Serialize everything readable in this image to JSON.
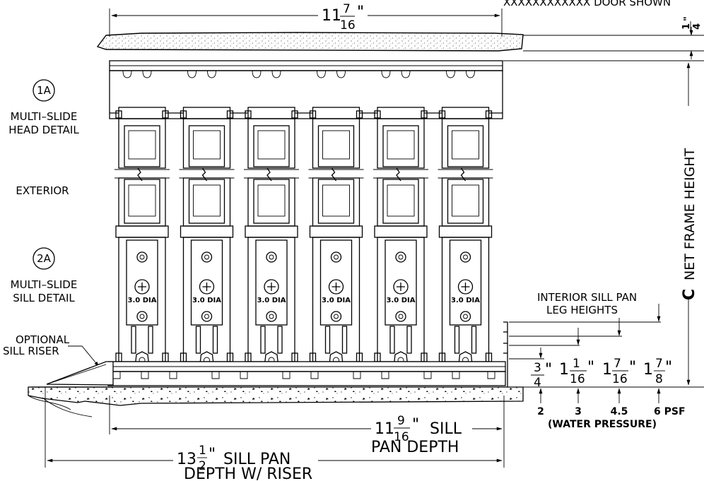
{
  "header_note": "XXXXXXXXXXXX DOOR SHOWN",
  "callouts": {
    "head": {
      "bubble": "1A",
      "line1": "MULTI–SLIDE",
      "line2": "HEAD DETAIL"
    },
    "sill": {
      "bubble": "2A",
      "line1": "MULTI–SLIDE",
      "line2": "SILL DETAIL"
    }
  },
  "exterior_label": "EXTERIOR",
  "optional_riser": {
    "line1": "OPTIONAL",
    "line2": "SILL RISER"
  },
  "panel_label": "3.0 DIA",
  "panel_count": 6,
  "top_dimension": {
    "whole": "11",
    "num": "7",
    "den": "16",
    "unit": "\""
  },
  "head_gap": {
    "num": "1",
    "den": "4",
    "unit": "\""
  },
  "net_frame_height": {
    "letter": "C",
    "text": "NET FRAME HEIGHT"
  },
  "interior_sill_pan": {
    "line1": "INTERIOR SILL PAN",
    "line2": "LEG HEIGHTS"
  },
  "leg_heights": [
    {
      "whole": "",
      "num": "3",
      "den": "4",
      "unit": "\"",
      "psf": "2"
    },
    {
      "whole": "1",
      "num": "1",
      "den": "16",
      "unit": "\"",
      "psf": "3"
    },
    {
      "whole": "1",
      "num": "7",
      "den": "16",
      "unit": "\"",
      "psf": "4.5"
    },
    {
      "whole": "1",
      "num": "7",
      "den": "8",
      "unit": "\"",
      "psf": "6 PSF"
    }
  ],
  "water_pressure": "(WATER PRESSURE)",
  "sill_pan_depth": {
    "whole": "11",
    "num": "9",
    "den": "16",
    "unit": "\"",
    "line1_suffix": "SILL",
    "line2": "PAN DEPTH"
  },
  "sill_pan_riser": {
    "whole": "13",
    "num": "1",
    "den": "2",
    "unit": "\"",
    "line1_suffix": "SILL PAN",
    "line2": "DEPTH W/ RISER"
  }
}
